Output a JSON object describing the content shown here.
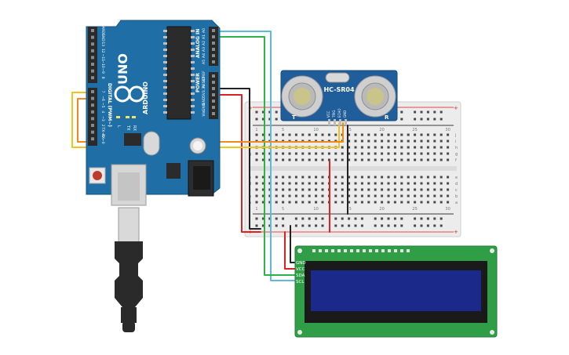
{
  "arduino": {
    "brand": "ARDUINO",
    "model": "UNO",
    "power_header": "POWER",
    "analog_header": "ANALOG IN",
    "digital_header": "DIGITAL (PWM~)",
    "power_pins": [
      "IOREF",
      "RESET",
      "3.3V",
      "5V",
      "GND",
      "GND",
      "Vin"
    ],
    "analog_pins": [
      "A0",
      "A1",
      "A2",
      "A3",
      "A4",
      "A5"
    ],
    "digital_pins_upper": [
      "AREF",
      "GND",
      "13",
      "12",
      "~11",
      "~10",
      "~9",
      "8"
    ],
    "digital_pins_lower": [
      "7",
      "~6",
      "~5",
      "4",
      "~3",
      "2",
      "TX→1",
      "RX←0"
    ],
    "leds": [
      "L",
      "TX",
      "RX"
    ]
  },
  "sensor": {
    "name": "HC-SR04",
    "pins": [
      "VCC",
      "TRIG",
      "ECHO",
      "GND"
    ],
    "left_mark": "T",
    "right_mark": "R"
  },
  "breadboard": {
    "row_letters_top": [
      "j",
      "i",
      "h",
      "g",
      "f"
    ],
    "row_letters_bottom": [
      "e",
      "d",
      "c",
      "b",
      "a"
    ],
    "column_labels": [
      "1",
      "5",
      "10",
      "15",
      "20",
      "25",
      "30"
    ]
  },
  "lcd": {
    "pins": [
      "GND",
      "VCC",
      "SDA",
      "SCL"
    ]
  },
  "colors": {
    "arduino_board": "#1f6fa6",
    "sensor_board": "#1f5d9b",
    "lcd_board": "#2f9e46",
    "lcd_screen": "#1b2a8a",
    "wire_red": "#e02020",
    "wire_black": "#222222",
    "wire_green": "#2db34a",
    "wire_cyan": "#5dbbd8",
    "wire_yellow": "#f2c417",
    "wire_orange": "#f08a1a"
  }
}
